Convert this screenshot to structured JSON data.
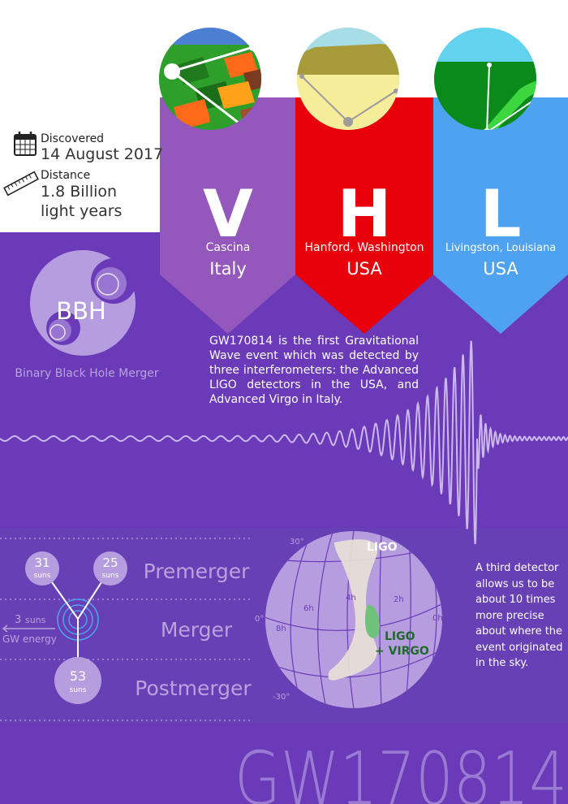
{
  "event": {
    "name": "GW170814",
    "discovered_label": "Discovered",
    "discovered_value": "14 August 2017",
    "distance_label": "Distance",
    "distance_value_line1": "1.8 Billion",
    "distance_value_line2": "light years"
  },
  "detectors": [
    {
      "letter": "V",
      "city": "Cascina",
      "country": "Italy",
      "color": "#9457bc"
    },
    {
      "letter": "H",
      "city": "Hanford, Washington",
      "country": "USA",
      "color": "#e8000a"
    },
    {
      "letter": "L",
      "city": "Livingston, Louisiana",
      "country": "USA",
      "color": "#4ea2f0"
    }
  ],
  "bbh": {
    "abbr": "BBH",
    "caption": "Binary Black Hole Merger"
  },
  "description": "GW170814 is the first Gravitational Wave event which was detected by three interferometers: the Advanced LIGO detectors in the USA, and Advanced Virgo in Italy.",
  "merger": {
    "mass1": "31",
    "mass2": "25",
    "mass_final": "53",
    "unit": "suns",
    "energy_value": "3",
    "energy_unit": "suns",
    "energy_label": "GW energy",
    "stages": [
      "Premerger",
      "Merger",
      "Postmerger"
    ]
  },
  "skymap": {
    "lat_labels": [
      "30°",
      "0°",
      "-30°"
    ],
    "ra_labels": [
      "4h",
      "2h",
      "0h",
      "6h",
      "8h"
    ],
    "ligo_label": "LIGO",
    "ligo_virgo_label_line1": "LIGO",
    "ligo_virgo_label_line2": "+ VIRGO"
  },
  "sky_note": "A third detector allows us to be about 10 times more precise about where the event originated in the sky.",
  "colors": {
    "background": "#6b3ab8",
    "band": "#6640b6",
    "text_light": "#b9a2de",
    "white": "#ffffff"
  }
}
